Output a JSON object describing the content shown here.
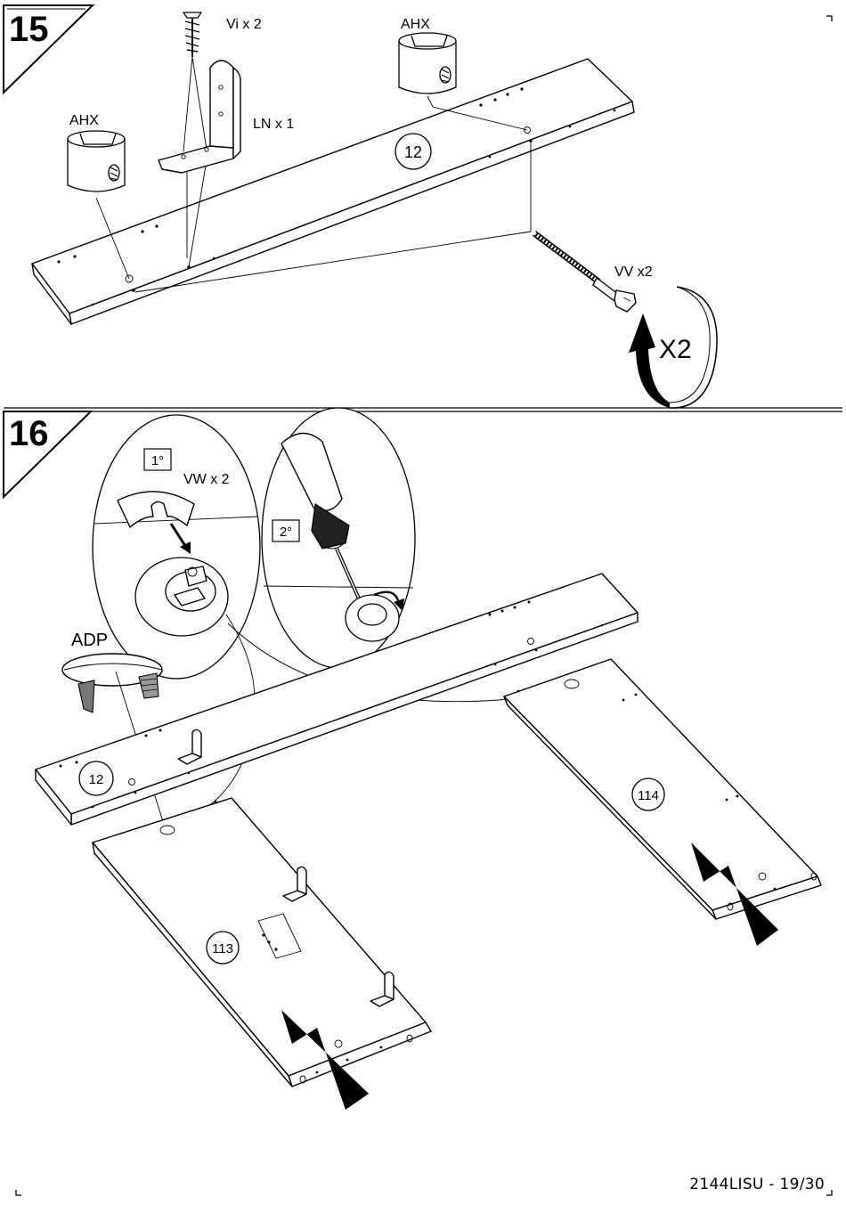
{
  "page_footer": "2144LISU - 19/30",
  "steps": [
    {
      "number": "15",
      "labels": {
        "screw": "Vi x 2",
        "bracket": "LN x 1",
        "cam_left": "AHX",
        "cam_right": "AHX",
        "bolt": "VV x2",
        "turns": "X2",
        "board": "12"
      }
    },
    {
      "number": "16",
      "labels": {
        "detail_step_1": "1°",
        "detail_step_2": "2°",
        "cover": "VW x 2",
        "cap": "ADP",
        "board_top": "12",
        "board_left": "113",
        "board_right": "114"
      }
    }
  ],
  "icons": [
    "screw-icon",
    "bracket-icon",
    "cam-lock-icon",
    "bolt-icon",
    "rotation-arrow-icon",
    "screwdriver-icon",
    "push-arrow-icon"
  ]
}
